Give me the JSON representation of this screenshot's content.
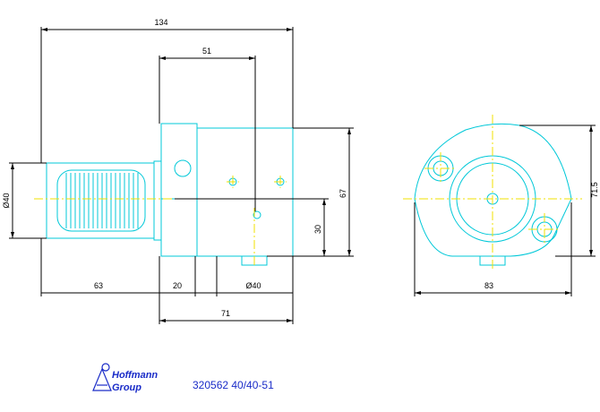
{
  "drawing": {
    "dimensions": {
      "total_length": "134",
      "upper_length": "51",
      "shank_diameter": "Ø40",
      "height_67": "67",
      "height_30": "30",
      "height_71_5": "71.5",
      "shank_length": "63",
      "flange_width": "20",
      "bore_diameter": "Ø40",
      "body_length": "71",
      "side_width": "83"
    },
    "logo": {
      "line1": "Hoffmann",
      "line2": "Group"
    },
    "part_number": "320562 40/40-51",
    "colors": {
      "outline": "#00c8d8",
      "center_line": "#f0e000",
      "dimension": "#000000",
      "logo": "#1a2cc8"
    }
  }
}
